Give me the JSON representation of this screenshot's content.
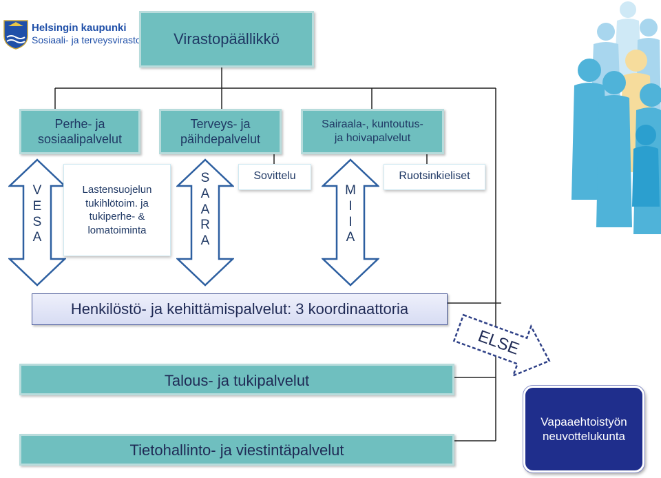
{
  "logo": {
    "line1": "Helsingin kaupunki",
    "line2": "Sosiaali- ja terveysvirasto"
  },
  "top_box": "Virastopäällikkö",
  "departments": [
    {
      "line1": "Perhe- ja",
      "line2": "sosiaalipalvelut"
    },
    {
      "line1": "Terveys- ja",
      "line2": "päihdepalvelut"
    },
    {
      "line1": "Sairaala-, kuntoutus-",
      "line2": "ja hoivapalvelut"
    }
  ],
  "vesa": [
    "V",
    "E",
    "S",
    "A"
  ],
  "saara": [
    "S",
    "A",
    "A",
    "R",
    "A"
  ],
  "miia": [
    "M",
    "I",
    "I",
    "A"
  ],
  "lastensuojelu": [
    "Lastensuojelun",
    "tukihlötoim. ja",
    "tukiperhe- &",
    "lomatoiminta"
  ],
  "sovittelu": "Sovittelu",
  "ruotsinkieliset": "Ruotsinkieliset",
  "henkilosto": "Henkilöstö- ja kehittämispalvelut: 3 koordinaattoria",
  "else_label": "ELSE",
  "talous": "Talous- ja tukipalvelut",
  "tietohallinto": "Tietohallinto- ja viestintäpalvelut",
  "vapaaehtoistyo": [
    "Vapaaehtoistyön",
    "neuvottelukunta"
  ],
  "colors": {
    "teal": "#6fbfbf",
    "navy": "#1f2e8c",
    "people_blue": "#4fb3d9",
    "text": "#1f3864"
  }
}
